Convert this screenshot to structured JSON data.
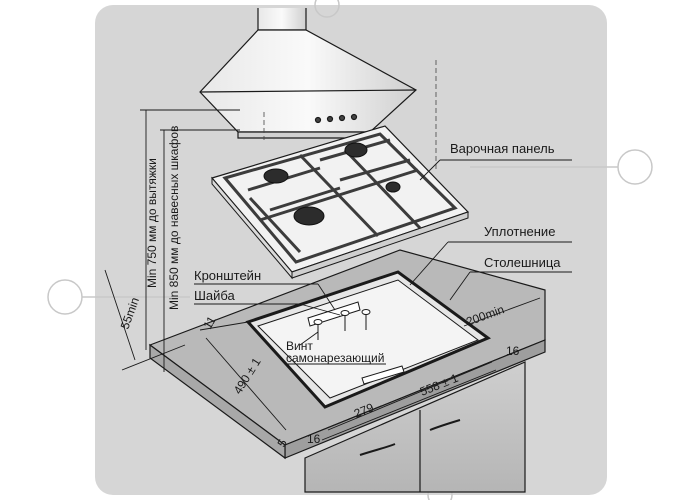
{
  "labels": {
    "hob": "Варочная панель",
    "seal": "Уплотнение",
    "countertop": "Столешница",
    "bracket": "Кронштейн",
    "washer": "Шайба",
    "screw_line1": "Винт",
    "screw_line2": "самонарезающий",
    "hood_min": "Min 750 мм до вытяжки",
    "cabinet_min": "Min 850 мм до навесных шкафов"
  },
  "dimensions": {
    "d55min": "55min",
    "d11": "11",
    "d490": "490 ± 1",
    "d5": "5",
    "d16_left": "16",
    "d279": "279",
    "d558": "558 ± 1",
    "d16_right": "16",
    "d200min": "200min"
  },
  "colors": {
    "panel_bg": "#d6d6d6",
    "line": "#1a1a1a",
    "countertop": "#b9b9b9",
    "hob_surface": "#f2f2f2",
    "grate": "#3c3c3c",
    "cutout_floor": "#e6e6e6"
  }
}
